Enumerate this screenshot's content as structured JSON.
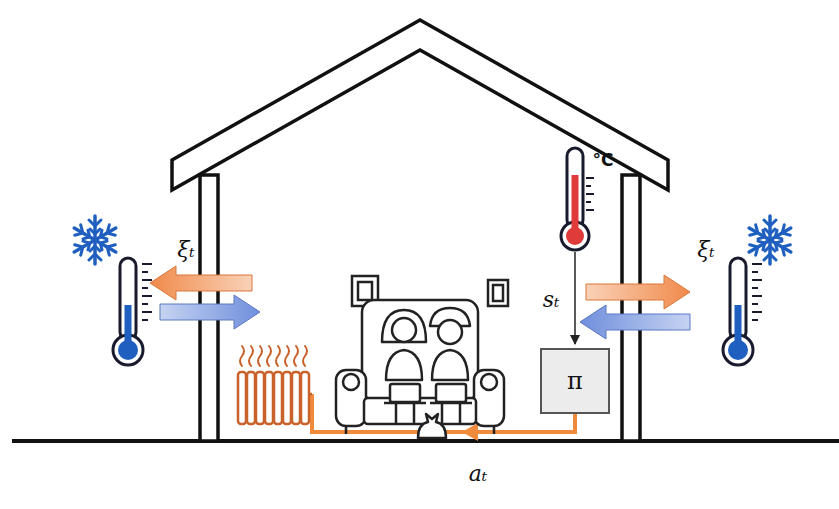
{
  "diagram": {
    "nodes": [
      {
        "text": [
          "π"
        ]
      }
    ],
    "labels": [
      "ξₜ",
      "ξₜ",
      "°C",
      "sₜ",
      "aₜ"
    ]
  }
}
